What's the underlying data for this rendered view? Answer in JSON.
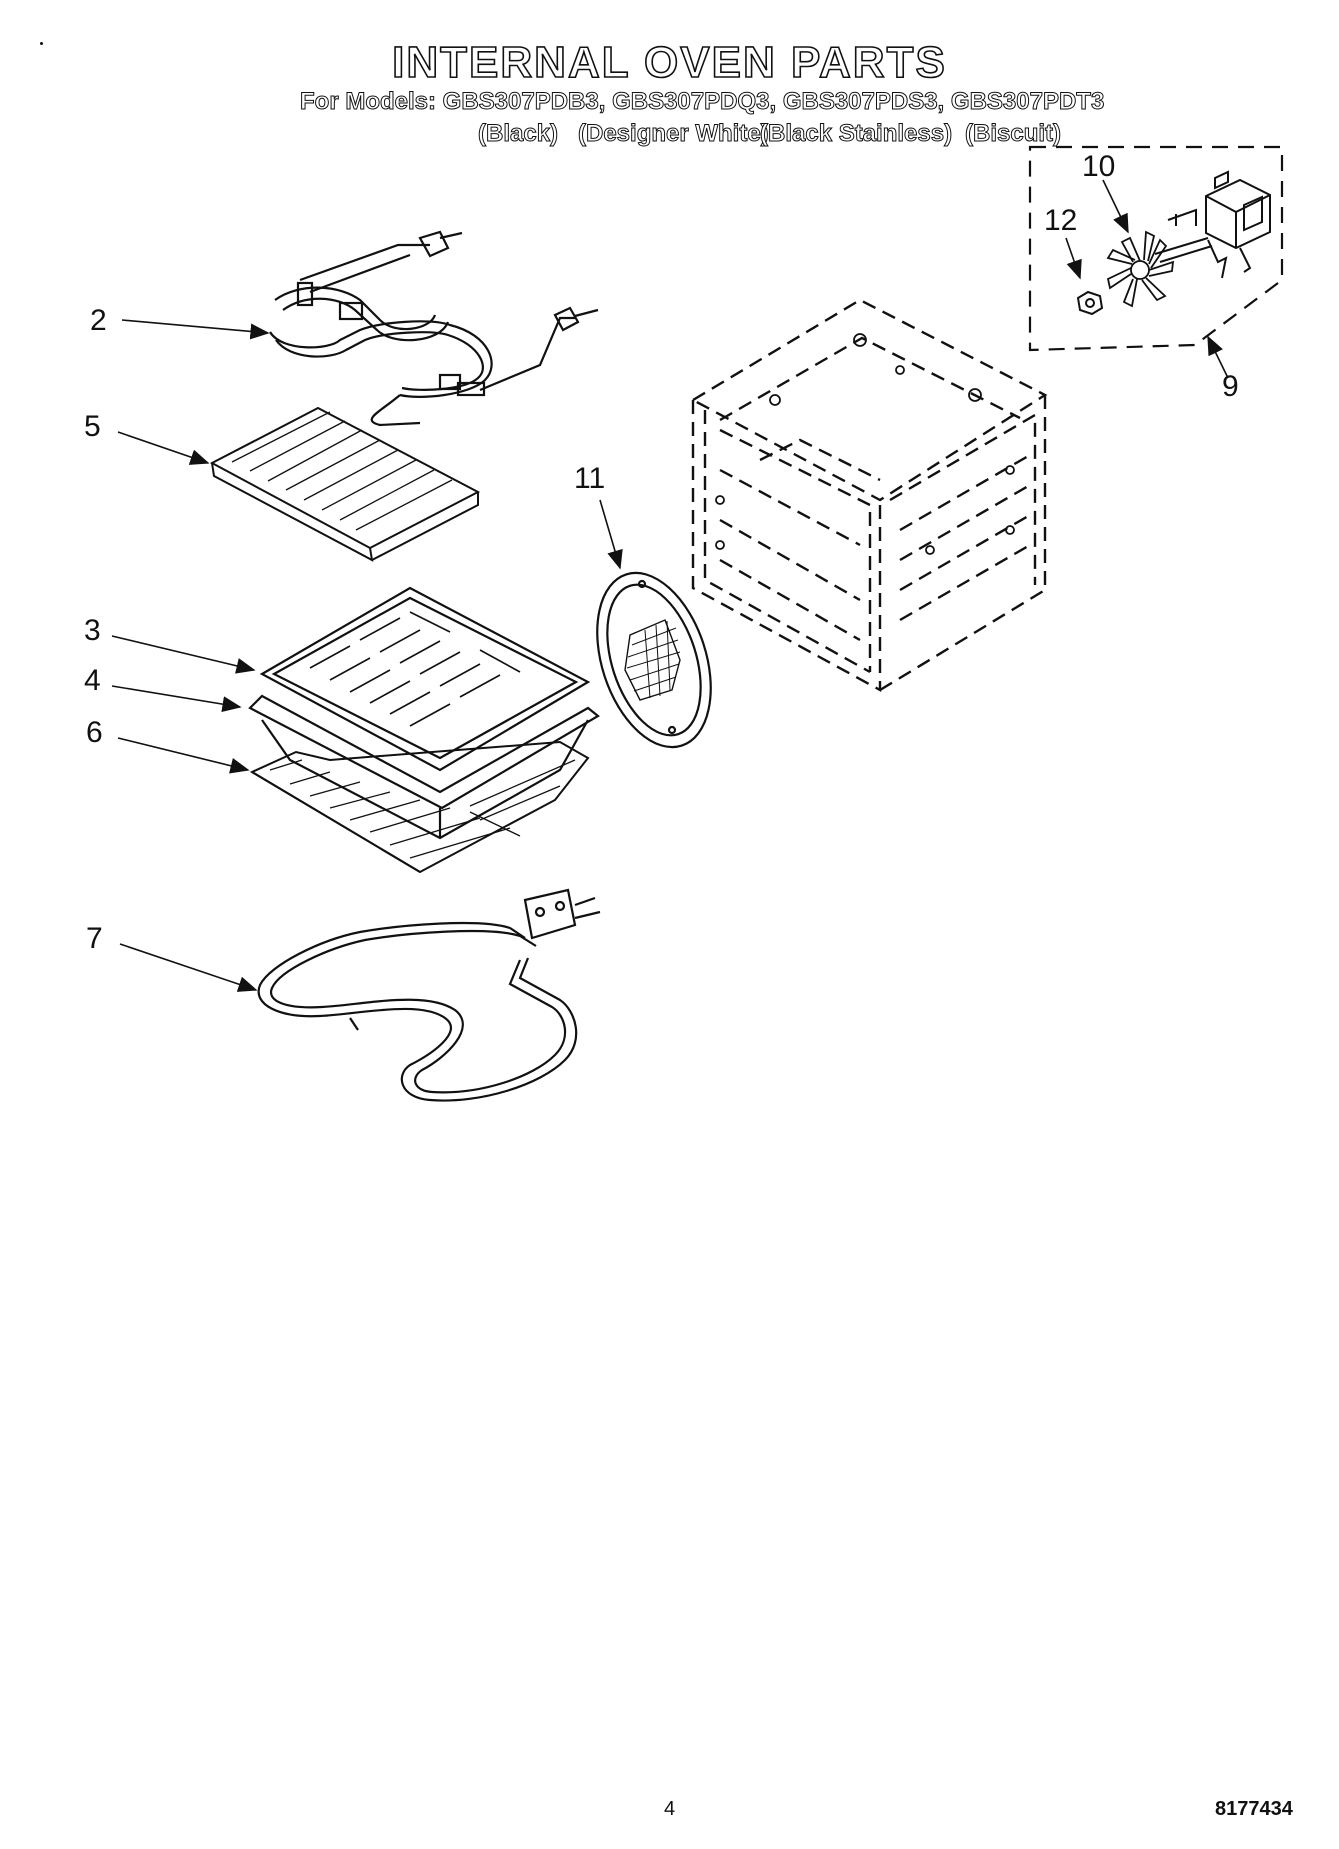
{
  "header": {
    "title": "INTERNAL OVEN PARTS",
    "models_line": "For Models: GBS307PDB3, GBS307PDQ3, GBS307PDS3, GBS307PDT3",
    "colors": [
      "(Black)",
      "(Designer White)",
      "(Black Stainless)",
      "(Biscuit)"
    ]
  },
  "callouts": {
    "c2": "2",
    "c5": "5",
    "c3": "3",
    "c4": "4",
    "c6": "6",
    "c7": "7",
    "c11": "11",
    "c10": "10",
    "c12": "12",
    "c9": "9"
  },
  "footer": {
    "page_number": "4",
    "doc_number": "8177434"
  }
}
